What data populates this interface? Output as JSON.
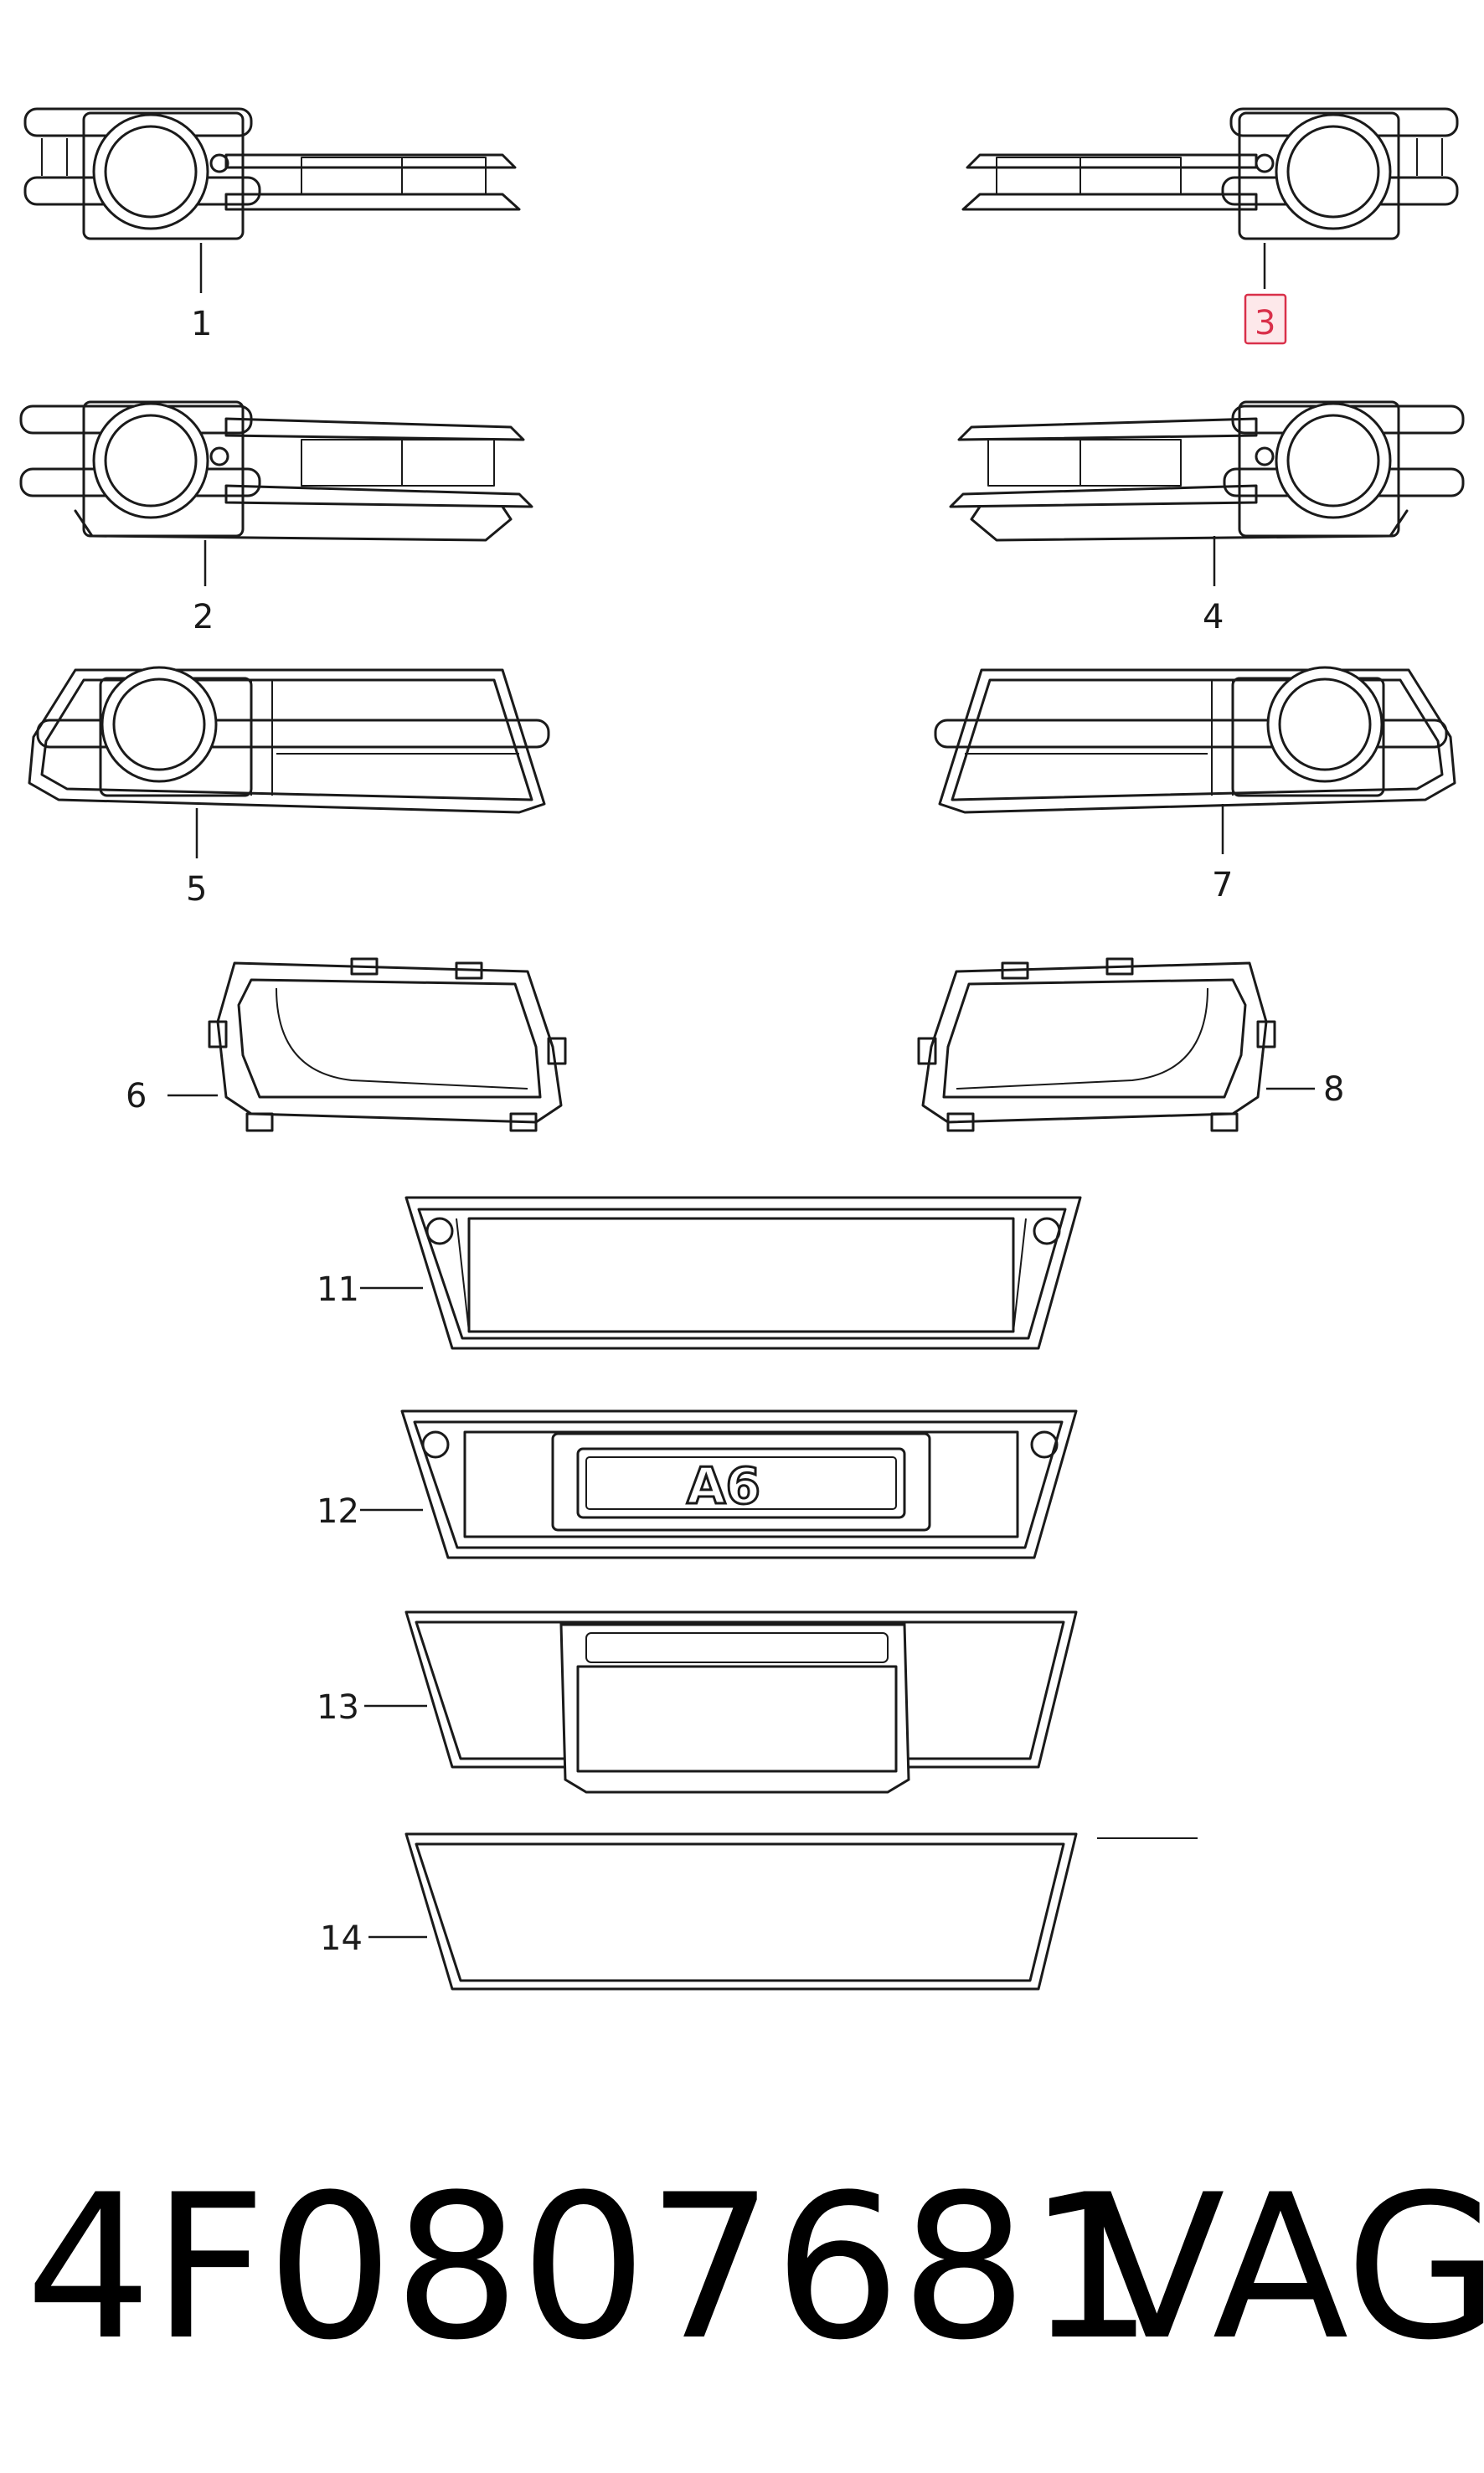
{
  "callouts": {
    "c1": "1",
    "c2": "2",
    "c3": "3",
    "c4": "4",
    "c5": "5",
    "c6": "6",
    "c7": "7",
    "c8": "8",
    "c11": "11",
    "c12": "12",
    "c13": "13",
    "c14": "14"
  },
  "highlighted_callout": "3",
  "highlight_color": "#d9304a",
  "emblem": "A6",
  "footer": {
    "part_number": "4F0807681",
    "brand": "VAG"
  }
}
